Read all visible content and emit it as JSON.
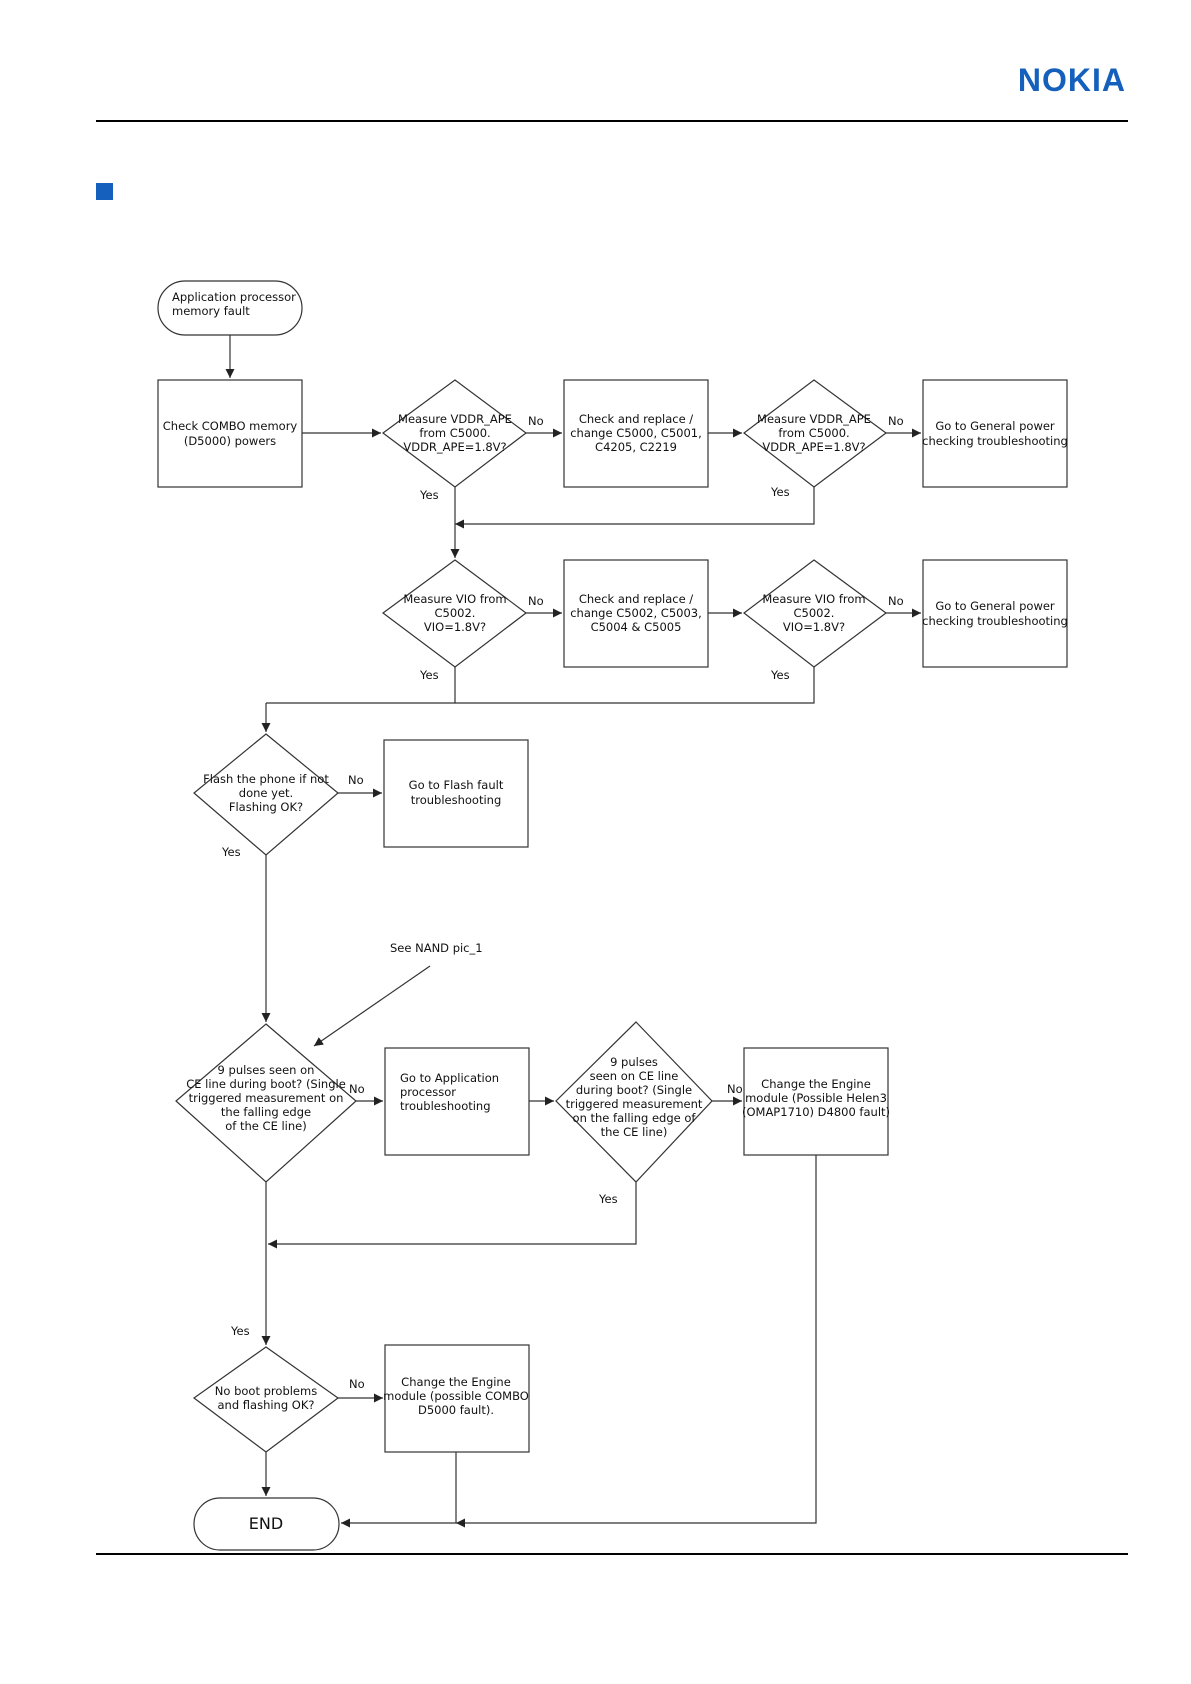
{
  "header": {
    "logo_text": "NOKIA",
    "brand_color": "#1560bd"
  },
  "flowchart": {
    "start": [
      "Application processor",
      "memory fault"
    ],
    "check_combo": [
      "Check COMBO memory",
      "(D5000) powers"
    ],
    "measure_vddr_1": [
      "Measure VDDR_APE",
      "from  C5000.",
      "VDDR_APE=1.8V?"
    ],
    "replace_c5000": [
      "Check and replace /",
      "change C5000, C5001,",
      "C4205, C2219"
    ],
    "measure_vddr_2": [
      "Measure VDDR_APE",
      "from  C5000.",
      "VDDR_APE=1.8V?"
    ],
    "goto_power_1": [
      "Go to General power",
      "checking troubleshooting"
    ],
    "measure_vio_1": [
      "Measure VIO from",
      "C5002.",
      "VIO=1.8V?"
    ],
    "replace_c5002": [
      "Check and replace /",
      "change C5002, C5003,",
      "C5004 & C5005"
    ],
    "measure_vio_2": [
      "Measure VIO from",
      "C5002.",
      "VIO=1.8V?"
    ],
    "goto_power_2": [
      "Go to General power",
      "checking troubleshooting"
    ],
    "flash_phone": [
      "Flash the phone if not",
      "done yet.",
      "Flashing OK?"
    ],
    "goto_flash": [
      "Go to Flash fault",
      "troubleshooting"
    ],
    "nand_note": "See NAND pic_1",
    "pulses_1": [
      "9 pulses seen on",
      "CE line during boot? (Single",
      "triggered measurement on",
      "the falling edge",
      "of the CE line)"
    ],
    "goto_app": [
      "Go to Application",
      "processor",
      "troubleshooting"
    ],
    "pulses_2": [
      "9 pulses",
      "seen on CE line",
      "during boot? (Single",
      "triggered measurement",
      "on the falling edge of",
      "the CE line)"
    ],
    "change_helen": [
      "Change the Engine",
      "module (Possible Helen3",
      "(OMAP1710) D4800 fault)"
    ],
    "no_boot": [
      "No boot problems",
      "and flashing OK?"
    ],
    "change_combo": [
      "Change the Engine",
      "module (possible COMBO",
      "D5000 fault)."
    ],
    "end": "END",
    "labels": {
      "yes": "Yes",
      "no": "No"
    }
  }
}
